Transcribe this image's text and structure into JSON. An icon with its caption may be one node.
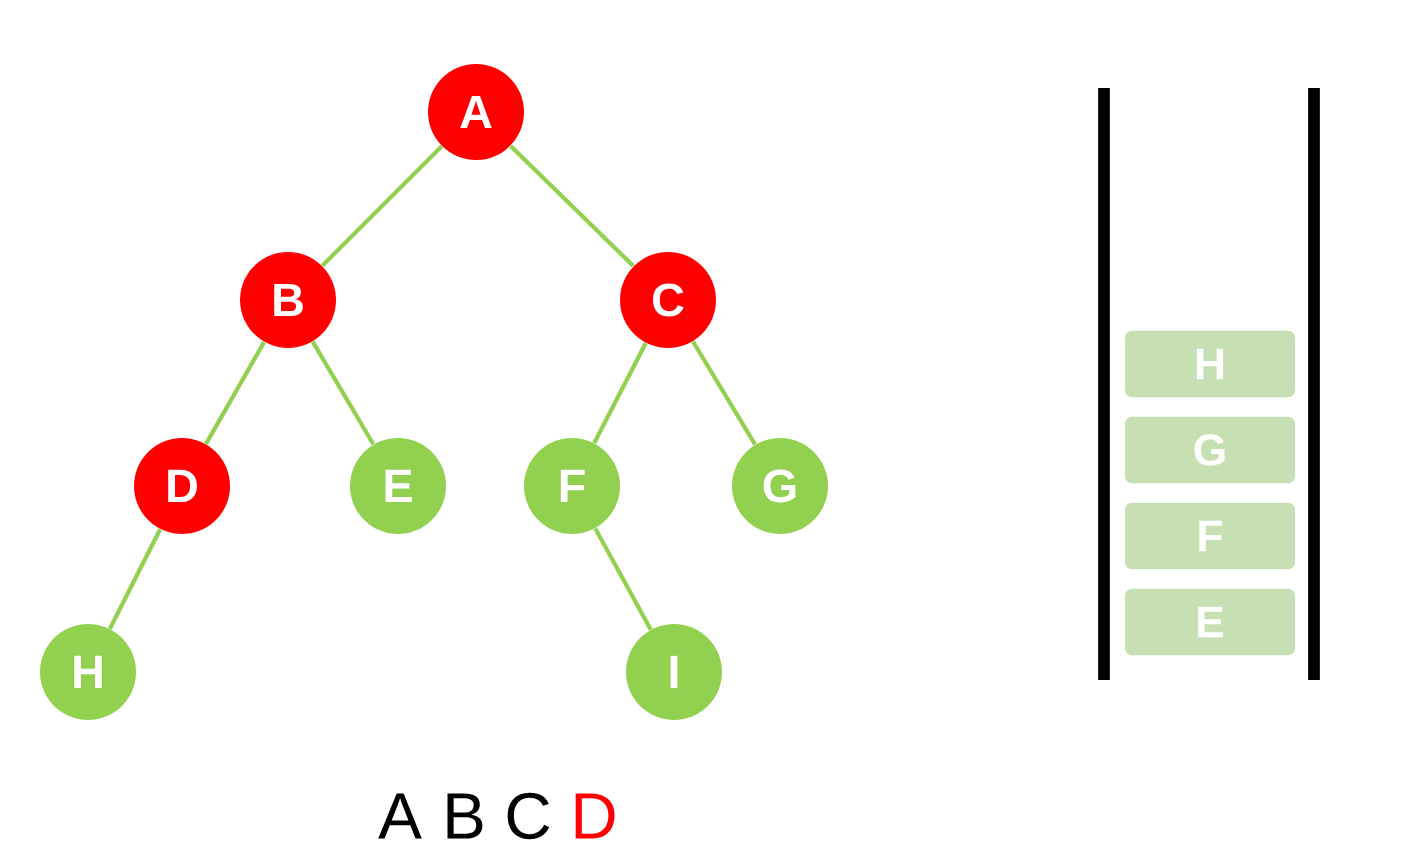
{
  "diagram": {
    "nodes": [
      {
        "text": [
          "A"
        ]
      },
      {
        "text": [
          "B"
        ]
      },
      {
        "text": [
          "C"
        ]
      },
      {
        "text": [
          "D"
        ]
      },
      {
        "text": [
          "E"
        ]
      },
      {
        "text": [
          "F"
        ]
      },
      {
        "text": [
          "G"
        ]
      },
      {
        "text": [
          "H"
        ]
      },
      {
        "text": [
          "I"
        ]
      },
      {
        "text": [
          "H"
        ]
      },
      {
        "text": [
          "G"
        ]
      },
      {
        "text": [
          "F"
        ]
      },
      {
        "text": [
          "E"
        ]
      }
    ],
    "edges": [
      {
        "from": 0,
        "to": 1,
        "arrow": "none"
      },
      {
        "from": 0,
        "to": 2,
        "arrow": "none"
      },
      {
        "from": 1,
        "to": 3,
        "arrow": "none"
      },
      {
        "from": 1,
        "to": 4,
        "arrow": "none"
      },
      {
        "from": 2,
        "to": 5,
        "arrow": "none"
      },
      {
        "from": 2,
        "to": 6,
        "arrow": "none"
      },
      {
        "from": 3,
        "to": 7,
        "arrow": "none"
      },
      {
        "from": 5,
        "to": 8,
        "arrow": "none"
      }
    ],
    "labels": [
      "A",
      "B",
      "C",
      "D"
    ]
  }
}
